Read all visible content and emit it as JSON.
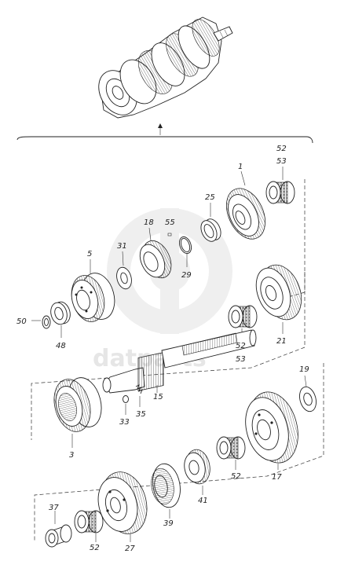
{
  "watermark": {
    "text": "datparts",
    "color": "#d9d9d9"
  },
  "labels": {
    "p1": "1",
    "p52a": "52",
    "p53a": "53",
    "p25": "25",
    "p18": "18",
    "p55": "55",
    "p29": "29",
    "p31": "31",
    "p5": "5",
    "p50": "50",
    "p48": "48",
    "p21": "21",
    "p52b": "52",
    "p53b": "53",
    "p15": "15",
    "p33": "33",
    "p35": "35",
    "p3": "3",
    "p19": "19",
    "p17": "17",
    "p52c": "52",
    "p41": "41",
    "p39": "39",
    "p37": "37",
    "p52d": "52",
    "p27": "27"
  }
}
